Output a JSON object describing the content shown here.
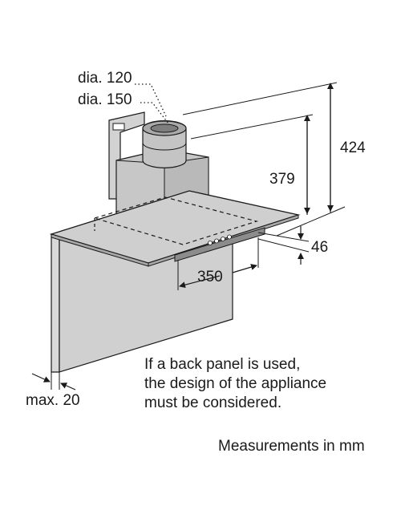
{
  "dimensions": {
    "dia_small": "dia. 120",
    "dia_large": "dia. 150",
    "height_total": "424",
    "height_chimney": "379",
    "glass_thickness": "46",
    "depth": "350",
    "back_gap": "max. 20"
  },
  "note": {
    "line1": "If a back panel is used,",
    "line2": "the design of the appliance",
    "line3": "must be considered."
  },
  "footer": "Measurements in mm"
}
